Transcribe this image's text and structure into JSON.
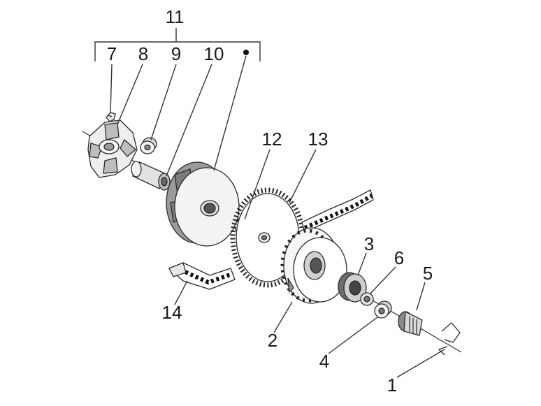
{
  "callouts": {
    "c1": "1",
    "c2": "2",
    "c3": "3",
    "c4": "4",
    "c5": "5",
    "c6": "6",
    "c7": "7",
    "c8": "8",
    "c9": "9",
    "c10": "10",
    "c11": "11",
    "c12": "12",
    "c13": "13",
    "c14": "14"
  },
  "colors": {
    "line": "#2a2a2a",
    "fill_light": "#f2f2f2",
    "fill_mid": "#cfcfcf",
    "fill_dark": "#777777"
  }
}
